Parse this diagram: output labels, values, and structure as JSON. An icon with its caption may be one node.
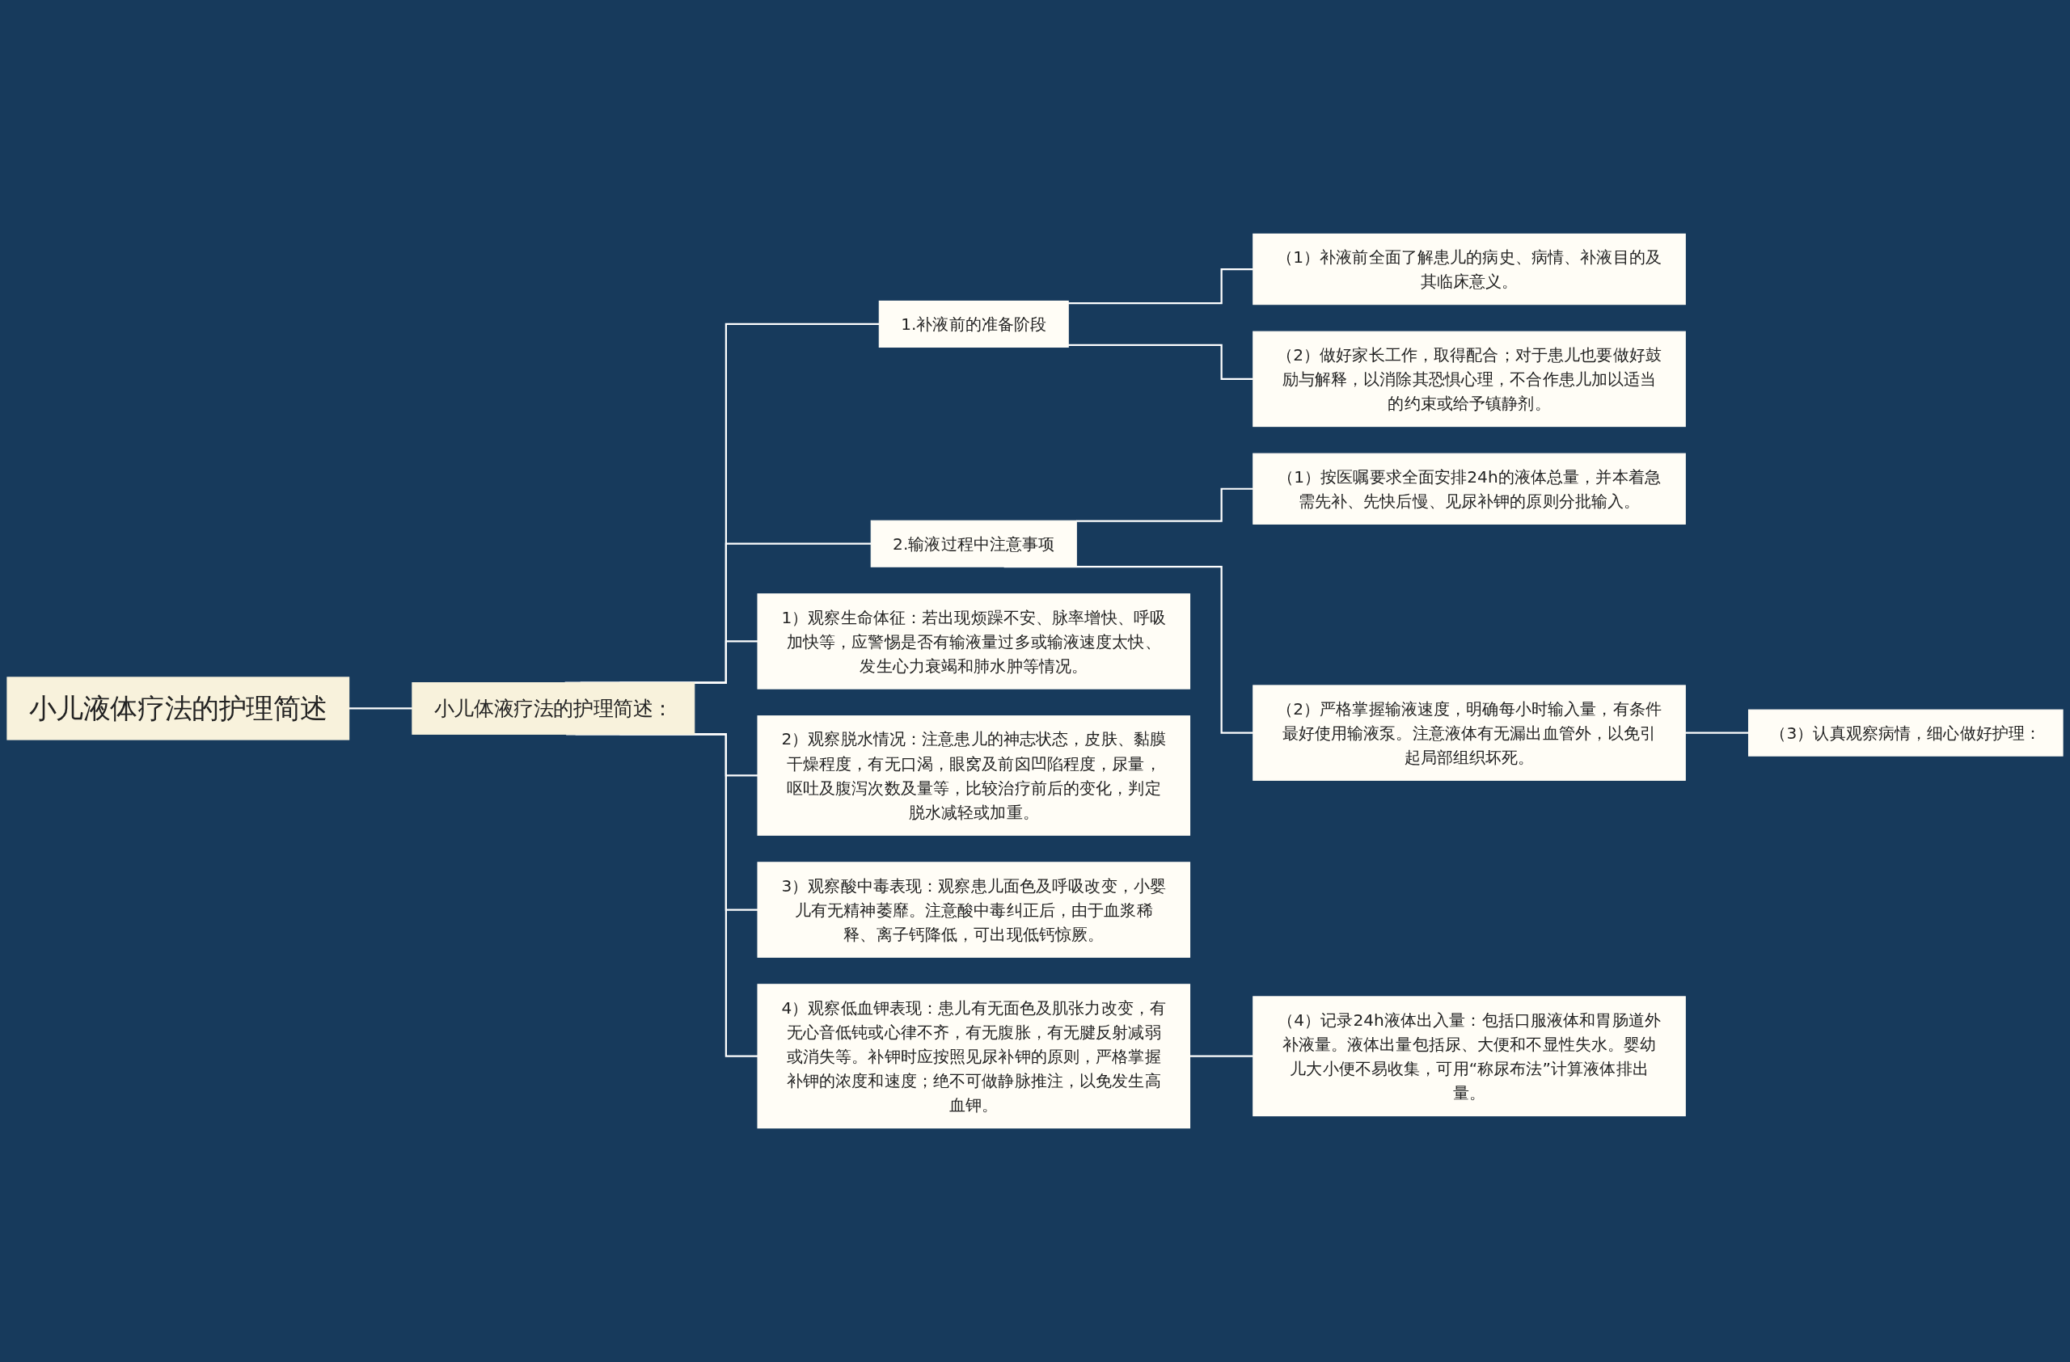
{
  "diagram": {
    "nodes": [
      {
        "text": [
          "小儿液体疗法的护理简述"
        ]
      },
      {
        "text": [
          "小儿体液疗法的护理简述："
        ]
      },
      {
        "text": [
          "1.补液前的准备阶段"
        ]
      },
      {
        "text": [
          "（1）补液前全面了解患儿的病史、病情、补液目的及其临床意义。"
        ]
      },
      {
        "text": [
          "（2）做好家长工作，取得配合；对于患儿也要做好鼓励与解释，以消除其恐惧心理，不合作患儿加以适当的约束或给予镇静剂。"
        ]
      },
      {
        "text": [
          "2.输液过程中注意事项"
        ]
      },
      {
        "text": [
          "（1）按医嘱要求全面安排24h的液体总量，并本着急需先补、先快后慢、见尿补钾的原则分批输入。"
        ]
      },
      {
        "text": [
          "（2）严格掌握输液速度，明确每小时输入量，有条件最好使用输液泵。注意液体有无漏出血管外，以免引起局部组织坏死。"
        ]
      },
      {
        "text": [
          "（3）认真观察病情，细心做好护理："
        ]
      },
      {
        "text": [
          "1）观察生命体征：若出现烦躁不安、脉率增快、呼吸加快等，应警惕是否有输液量过多或输液速度太快、发生心力衰竭和肺水肿等情况。"
        ]
      },
      {
        "text": [
          "2）观察脱水情况：注意患儿的神志状态，皮肤、黏膜干燥程度，有无口渴，眼窝及前囟凹陷程度，尿量，呕吐及腹泻次数及量等，比较治疗前后的变化，判定脱水减轻或加重。"
        ]
      },
      {
        "text": [
          "3）观察酸中毒表现：观察患儿面色及呼吸改变，小婴儿有无精神萎靡。注意酸中毒纠正后，由于血浆稀释、离子钙降低，可出现低钙惊厥。"
        ]
      },
      {
        "text": [
          "4）观察低血钾表现：患儿有无面色及肌张力改变，有无心音低钝或心律不齐，有无腹胀，有无腱反射减弱或消失等。补钾时应按照见尿补钾的原则，严格掌握补钾的浓度和速度；绝不可做静脉推注，以免发生高血钾。"
        ]
      },
      {
        "text": [
          "（4）记录24h液体出入量：包括口服液体和胃肠道外补液量。液体出量包括尿、大便和不显性失水。婴幼儿大小便不易收集，可用“称尿布法”计算液体排出量。"
        ]
      }
    ],
    "edges": [
      {
        "from": 0,
        "to": 1,
        "arrow": "none"
      },
      {
        "from": 1,
        "to": 2,
        "arrow": "none"
      },
      {
        "from": 2,
        "to": 3,
        "arrow": "none"
      },
      {
        "from": 2,
        "to": 4,
        "arrow": "none"
      },
      {
        "from": 1,
        "to": 5,
        "arrow": "none"
      },
      {
        "from": 5,
        "to": 6,
        "arrow": "none"
      },
      {
        "from": 5,
        "to": 7,
        "arrow": "none"
      },
      {
        "from": 7,
        "to": 8,
        "arrow": "none"
      },
      {
        "from": 1,
        "to": 9,
        "arrow": "none"
      },
      {
        "from": 1,
        "to": 10,
        "arrow": "none"
      },
      {
        "from": 1,
        "to": 11,
        "arrow": "none"
      },
      {
        "from": 1,
        "to": 12,
        "arrow": "none"
      },
      {
        "from": 12,
        "to": 13,
        "arrow": "none"
      }
    ]
  }
}
